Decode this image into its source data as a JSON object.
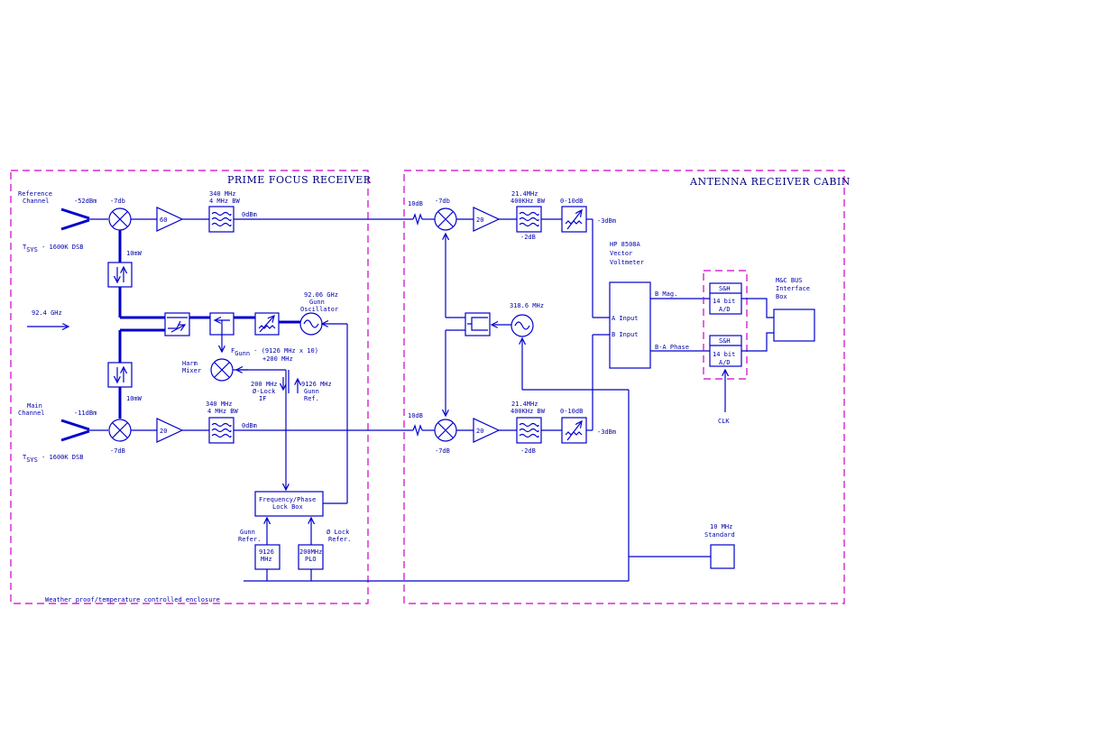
{
  "sections": {
    "prime_focus": "PRIME FOCUS RECEIVER",
    "antenna_cabin": "ANTENNA RECEIVER CABIN",
    "enclosure_note": "Weather proof/temperature controlled enclosure"
  },
  "reference_channel": {
    "label_line1": "Reference",
    "label_line2": "Channel",
    "level": "-52dBm",
    "mixer_loss": "-7db",
    "amp_gain": "60",
    "filter_line1": "340 MHz",
    "filter_line2": "4 MHz BW",
    "out_level": "0dBm",
    "tsys_main": "T",
    "tsys_sub": "SYS",
    "tsys_rest": " - 1600K DSB"
  },
  "main_channel": {
    "label_line1": "Main",
    "label_line2": "Channel",
    "level": "-11dBm",
    "mixer_loss": "-7dB",
    "amp_gain": "20",
    "filter_line1": "340 MHz",
    "filter_line2": "4 MHz BW",
    "out_level": "0dBm",
    "tsys_main": "T",
    "tsys_sub": "SYS",
    "tsys_rest": " - 1600K DSB"
  },
  "lo_chain": {
    "input_freq": "92.4 GHz",
    "power_top": "10mW",
    "power_bottom": "10mW",
    "gunn_line1": "92.06 GHz",
    "gunn_line2": "Gunn",
    "gunn_line3": "Oscillator",
    "formula_f": "F",
    "formula_sub": "Gunn",
    "formula_rest": " - (9126 MHz x 10)",
    "formula_line2": "+200 MHz",
    "harm_line1": "Harm",
    "harm_line2": "Mixer",
    "lock_if_line1": "200 MHz",
    "lock_if_line2": "Ø-Lock",
    "lock_if_line3": "IF",
    "gunn_ref_line1": "9126 MHz",
    "gunn_ref_line2": "Gunn",
    "gunn_ref_line3": "Ref.",
    "lock_box_line1": "Frequency/Phase",
    "lock_box_line2": "Lock Box",
    "gunn_refer_line1": "Gunn",
    "gunn_refer_line2": "Refer.",
    "phase_refer_line1": "Ø Lock",
    "phase_refer_line2": "Refer.",
    "src1_line1": "9126",
    "src1_line2": "MHz",
    "src2_line1": "200MHz",
    "src2_line2": "PLO"
  },
  "cabin_top": {
    "atten": "10dB",
    "mixer_loss": "-7db",
    "amp_gain": "20",
    "filter_line1": "21.4MHz",
    "filter_line2": "400KHz BW",
    "filter_loss": "-2dB",
    "var_atten": "0-10dB",
    "out_level": "-3dBm"
  },
  "cabin_bottom": {
    "atten": "10dB",
    "mixer_loss": "-7dB",
    "amp_gain": "20",
    "filter_line1": "21.4MHz",
    "filter_line2": "400KHz BW",
    "filter_loss": "-2dB",
    "var_atten": "0-10dB",
    "out_level": "-3dBm"
  },
  "cabin_lo": {
    "freq": "318.6 MHz"
  },
  "vvm": {
    "label_line1": "HP 8508A",
    "label_line2": "Vector",
    "label_line3": "Voltmeter",
    "a_input": "A Input",
    "b_input": "B Input",
    "b_mag": "B Mag.",
    "ba_phase": "B-A Phase"
  },
  "adc": {
    "sh_top": "S&H",
    "adc_top_line1": "14 bit",
    "adc_top_line2": "A/D",
    "sh_bottom": "S&H",
    "adc_bottom_line1": "14 bit",
    "adc_bottom_line2": "A/D",
    "clk": "CLK"
  },
  "mc_bus": {
    "line1": "M&C BUS",
    "line2": "Interface",
    "line3": "Box"
  },
  "standard": {
    "line1": "10 MHz",
    "line2": "Standard"
  },
  "colors": {
    "wire": "#0000cc",
    "enclosure": "#cc00cc",
    "text": "#0000aa"
  }
}
